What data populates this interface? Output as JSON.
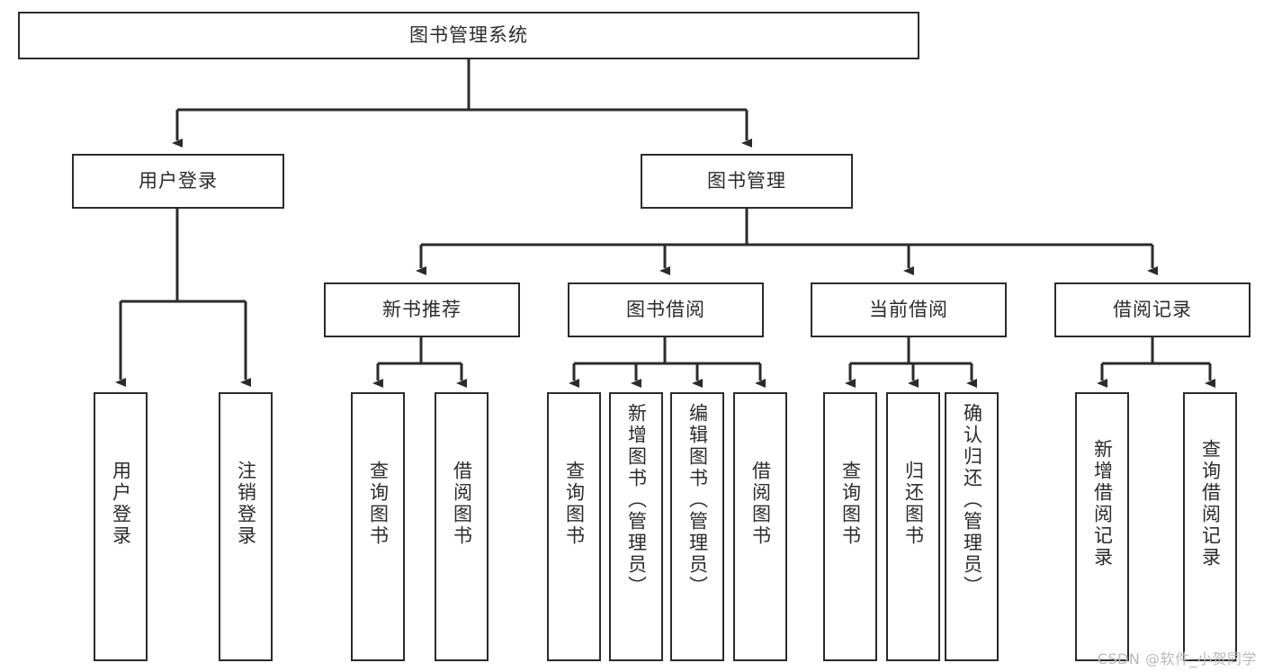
{
  "diagram": {
    "title": "图书管理系统",
    "type": "tree",
    "colors": {
      "box_border": "#2b2b2b",
      "box_fill": "#ffffff",
      "edge": "#2b2b2b",
      "text": "#2b2b2b",
      "watermark": "#b9b9b9",
      "background": "#ffffff"
    },
    "root": {
      "label": "图书管理系统"
    },
    "level1": [
      {
        "label": "用户登录"
      },
      {
        "label": "图书管理"
      }
    ],
    "level2": [
      {
        "label": "新书推荐"
      },
      {
        "label": "图书借阅"
      },
      {
        "label": "当前借阅"
      },
      {
        "label": "借阅记录"
      }
    ],
    "leaves": {
      "user_login": [
        {
          "label": "用户登录"
        },
        {
          "label": "注销登录"
        }
      ],
      "new_book_recommend": [
        {
          "label": "查询图书"
        },
        {
          "label": "借阅图书"
        }
      ],
      "book_borrow": [
        {
          "label": "查询图书"
        },
        {
          "label": "新增图书（管理员）"
        },
        {
          "label": "编辑图书（管理员）"
        },
        {
          "label": "借阅图书"
        }
      ],
      "current_borrow": [
        {
          "label": "查询图书"
        },
        {
          "label": "归还图书"
        },
        {
          "label": "确认归还（管理员）"
        }
      ],
      "borrow_record": [
        {
          "label": "新增借阅记录"
        },
        {
          "label": "查询借阅记录"
        }
      ]
    }
  },
  "watermark": {
    "text": "CSDN @软件_小贺同学"
  }
}
